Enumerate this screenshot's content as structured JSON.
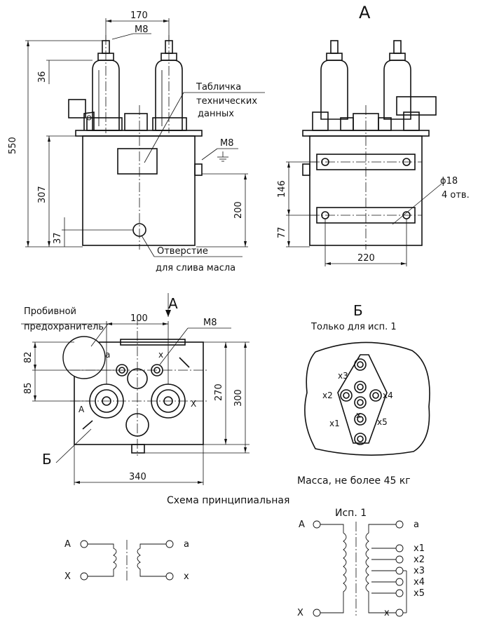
{
  "views": {
    "view_a_label": "А",
    "section_a_label": "А",
    "detail_b_label": "Б",
    "section_b_label": "Б"
  },
  "dimensions": {
    "d170": "170",
    "m8_top": "M8",
    "d36": "36",
    "d550": "550",
    "d307": "307",
    "d37": "37",
    "d200": "200",
    "m8_ground": "M8",
    "d146": "146",
    "d77": "77",
    "d220": "220",
    "d18": "ϕ18",
    "holes": "4 отв.",
    "d100": "100",
    "m8_plan": "M8",
    "d82": "82",
    "d85": "85",
    "d270": "270",
    "d300": "300",
    "d340": "340"
  },
  "labels": {
    "plate_line1": "Табличка",
    "plate_line2": "технических",
    "plate_line3": "данных",
    "drain_line1": "Отверстие",
    "drain_line2": "для слива масла",
    "fuse_line1": "Пробивной",
    "fuse_line2": "предохранитель",
    "only_isp1": "Только для исп. 1",
    "mass": "Масса, не более 45 кг",
    "schema_title": "Схема принципиальная",
    "isp1": "Исп. 1"
  },
  "terminals": {
    "A": "A",
    "X": "X",
    "a": "a",
    "x": "x",
    "x1": "x1",
    "x2": "x2",
    "x3": "x3",
    "x4": "x4",
    "x5": "x5"
  }
}
